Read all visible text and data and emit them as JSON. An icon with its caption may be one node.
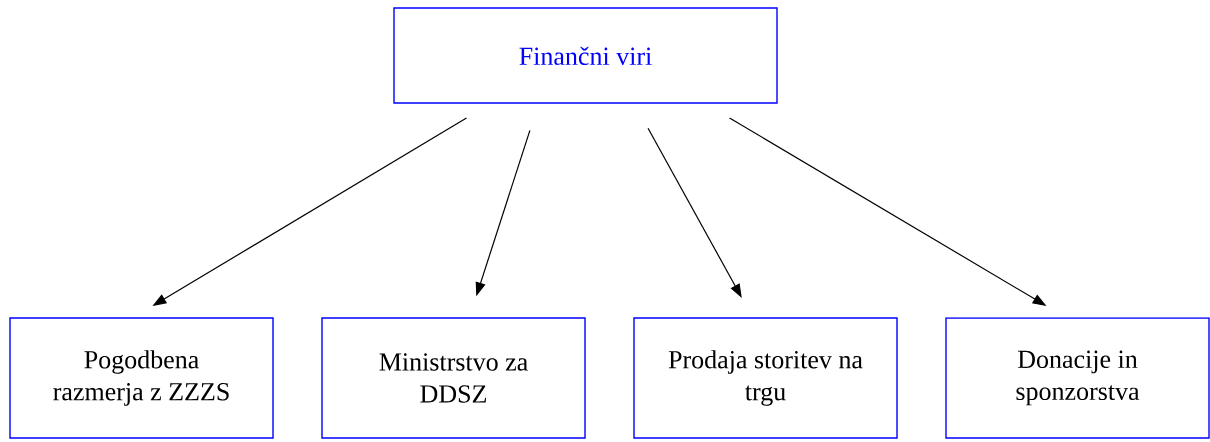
{
  "diagram": {
    "nodes": [
      {
        "text": [
          "Finančni viri"
        ]
      },
      {
        "text": [
          "Pogodbena razmerja z ZZZS"
        ]
      },
      {
        "text": [
          "Ministrstvo za DDSZ"
        ]
      },
      {
        "text": [
          "Prodaja storitev na trgu"
        ]
      },
      {
        "text": [
          "Donacije in sponzorstva"
        ]
      }
    ],
    "edges": [
      {
        "from": 0,
        "to": 1,
        "arrow": "to"
      },
      {
        "from": 0,
        "to": 2,
        "arrow": "to"
      },
      {
        "from": 0,
        "to": 3,
        "arrow": "to"
      },
      {
        "from": 0,
        "to": 4,
        "arrow": "to"
      }
    ]
  }
}
